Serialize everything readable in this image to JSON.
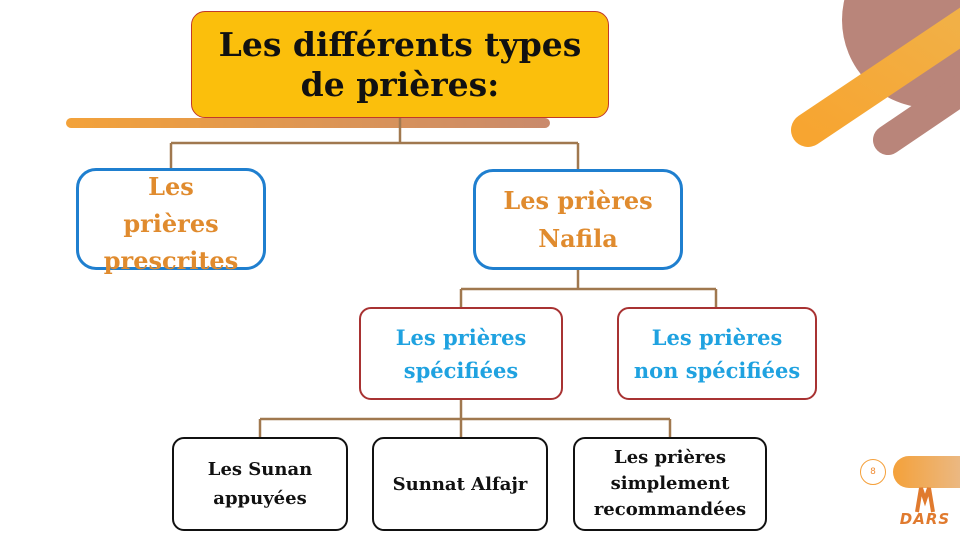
{
  "diagram": {
    "title": "Les différents types\nde prières:",
    "prescrites": "Les\nprières\nprescrites",
    "nafila": "Les prières\nNafila",
    "specifiees": "Les prières\nspécifiées",
    "non_specifiees": "Les prières\nnon spécifiées",
    "sunan": "Les Sunan\nappuyées",
    "alfajr": "Sunnat Alfajr",
    "recommandees": "Les prières\nsimplement\nrecommandées"
  },
  "slide": {
    "page_number": "8",
    "logo_text": "DARS"
  },
  "colors": {
    "title_fill": "#fbbf0c",
    "level1_border": "#1f7fcf",
    "level1_text": "#e08b2e",
    "level2_border": "#a83232",
    "level2_text": "#1fa2e0",
    "connector": "#a0784f",
    "accent_orange": "#f5a03a",
    "accent_brown": "#b9857a"
  }
}
